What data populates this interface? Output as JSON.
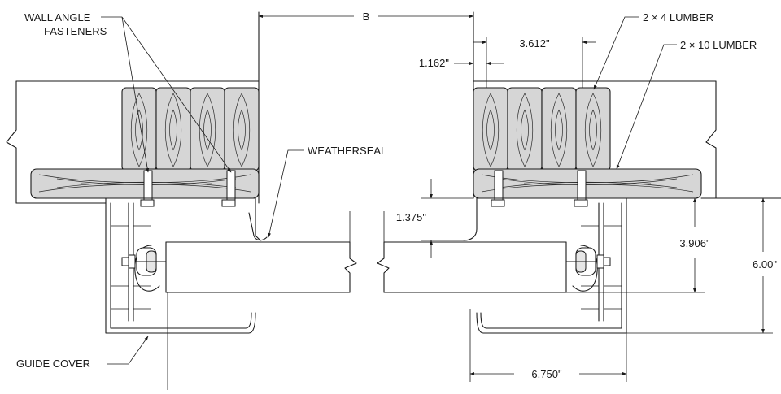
{
  "labels": {
    "wall_angle_1": "WALL ANGLE",
    "wall_angle_2": "FASTENERS",
    "weatherseal": "WEATHERSEAL",
    "guide_cover": "GUIDE COVER",
    "lumber_2x4": "2 × 4 LUMBER",
    "lumber_2x10": "2 × 10 LUMBER"
  },
  "dimensions": {
    "b": "B",
    "d_3612": "3.612\"",
    "d_1162": "1.162\"",
    "d_1375": "1.375\"",
    "d_3906": "3.906\"",
    "d_600": "6.00\"",
    "d_6750": "6.750\""
  },
  "colors": {
    "line": "#1a1a1a",
    "wood": "#d6d6d6",
    "background": "#ffffff"
  }
}
